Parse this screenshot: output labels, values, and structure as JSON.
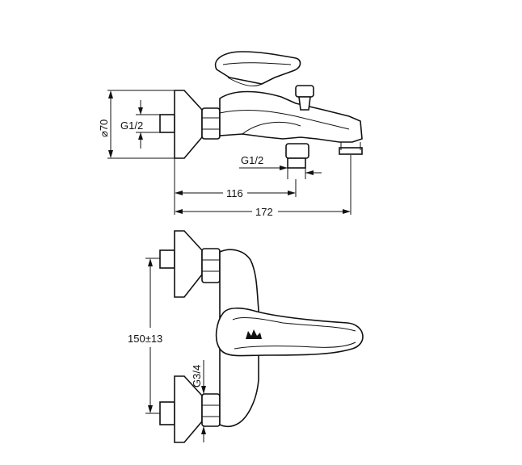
{
  "side_view": {
    "diameter_label": "⌀70",
    "inlet_thread_label": "G1/2",
    "spout_thread_label": "G1/2",
    "dim_short_label": "116",
    "dim_long_label": "172"
  },
  "top_view": {
    "distance_label": "150±13",
    "connection_thread_label": "G3/4"
  }
}
